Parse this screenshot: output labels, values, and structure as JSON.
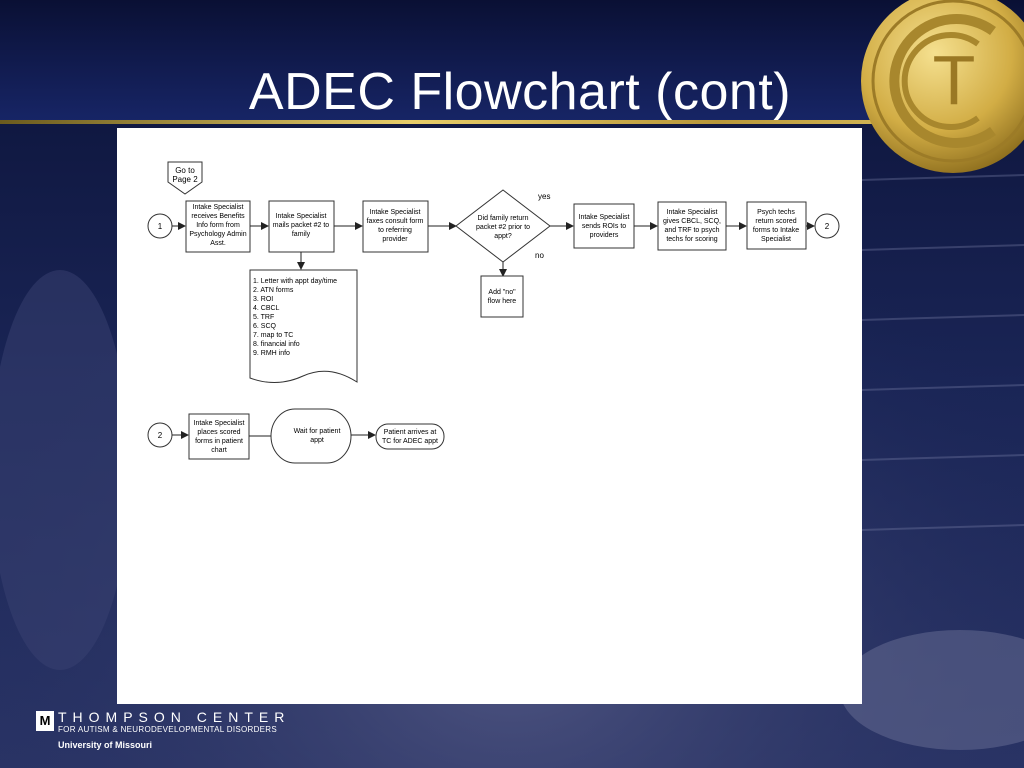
{
  "slide": {
    "title": "ADEC Flowchart (cont)",
    "coin_letter": "T",
    "colors": {
      "background": "#0e1740",
      "gold": "#d9b94f",
      "canvas": "#ffffff"
    }
  },
  "flowchart": {
    "offpage": {
      "line1": "Go to",
      "line2": "Page 2"
    },
    "connector_start_1": "1",
    "connector_end_2": "2",
    "connector_start_2": "2",
    "step1": {
      "line1": "Intake Specialist",
      "line2": "receives Benefits",
      "line3": "Info form from",
      "line4": "Psychology Admin",
      "line5": "Asst."
    },
    "step2": {
      "line1": "Intake Specialist",
      "line2": "mails packet #2 to",
      "line3": "family"
    },
    "step3": {
      "line1": "Intake Specialist",
      "line2": "faxes consult form",
      "line3": "to referring",
      "line4": "provider"
    },
    "decision": {
      "line1": "Did family return",
      "line2": "packet #2 prior to",
      "line3": "appt?"
    },
    "yes_label": "yes",
    "no_label": "no",
    "step4": {
      "line1": "Intake Specialist",
      "line2": "sends ROIs to",
      "line3": "providers"
    },
    "step5": {
      "line1": "Intake Specialist",
      "line2": "gives CBCL, SCQ,",
      "line3": "and TRF to psych",
      "line4": "techs for scoring"
    },
    "step6": {
      "line1": "Psych techs",
      "line2": "return scored",
      "line3": "forms to Intake",
      "line4": "Specialist"
    },
    "no_box": {
      "line1": "Add \"no\"",
      "line2": "flow here"
    },
    "packet_items": [
      "1. Letter with appt day/time",
      "2. ATN forms",
      "3. ROI",
      "4. CBCL",
      "5. TRF",
      "6. SCQ",
      "7. map to TC",
      "8. financial info",
      "9. RMH info"
    ],
    "page2_step1": {
      "line1": "Intake Specialist",
      "line2": "places scored",
      "line3": "forms in patient",
      "line4": "chart"
    },
    "page2_wait": {
      "line1": "Wait for patient",
      "line2": "appt"
    },
    "page2_end": {
      "line1": "Patient arrives at",
      "line2": "TC for ADEC appt"
    }
  },
  "footer": {
    "logo_letter": "M",
    "org_name": "THOMPSON CENTER",
    "org_subtitle": "FOR AUTISM & NEURODEVELOPMENTAL DISORDERS",
    "university": "University of Missouri"
  }
}
